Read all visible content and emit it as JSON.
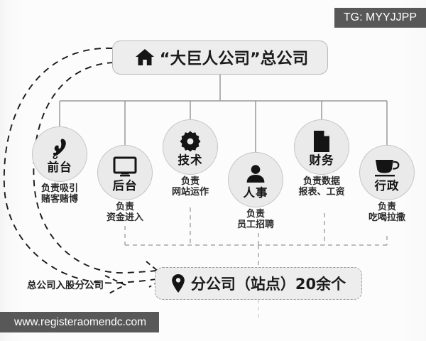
{
  "header": {
    "icon": "home-icon",
    "title": "“大巨人公司”总公司"
  },
  "departments": [
    {
      "id": "front-desk",
      "icon": "phone-icon",
      "label": "前台",
      "caption_line1": "负责吸引",
      "caption_line2": "赌客赌博"
    },
    {
      "id": "back-office",
      "icon": "monitor-icon",
      "label": "后台",
      "caption_line1": "负责",
      "caption_line2": "资金进入"
    },
    {
      "id": "technology",
      "icon": "gear-icon",
      "label": "技术",
      "caption_line1": "负责",
      "caption_line2": "网站运作"
    },
    {
      "id": "human-resources",
      "icon": "person-icon",
      "label": "人事",
      "caption_line1": "负责",
      "caption_line2": "员工招聘"
    },
    {
      "id": "finance",
      "icon": "document-icon",
      "label": "财务",
      "caption_line1": "负责数据",
      "caption_line2": "报表、工资"
    },
    {
      "id": "administration",
      "icon": "cup-icon",
      "label": "行政",
      "caption_line1": "负责",
      "caption_line2": "吃喝拉撒"
    }
  ],
  "branch": {
    "icon": "location-pin-icon",
    "title": "分公司（站点）20余个"
  },
  "annotations": {
    "equity_note": "总公司入股分公司"
  },
  "watermarks": {
    "telegram": "TG: MYYJJPP",
    "website": "www.registeraomendc.com"
  },
  "colors": {
    "background": "#fcfcfc",
    "box_fill": "#ededed",
    "box_border": "#b9b9b9",
    "circle_fill": "#eaeaea",
    "circle_border": "#c4c4c4",
    "connector": "#9a9a9a",
    "dashed_connector": "#a6a6a6",
    "curve": "#1a1a1a",
    "text": "#1b1b1b",
    "watermark_bg": "#585858",
    "watermark_text": "#ffffff"
  }
}
